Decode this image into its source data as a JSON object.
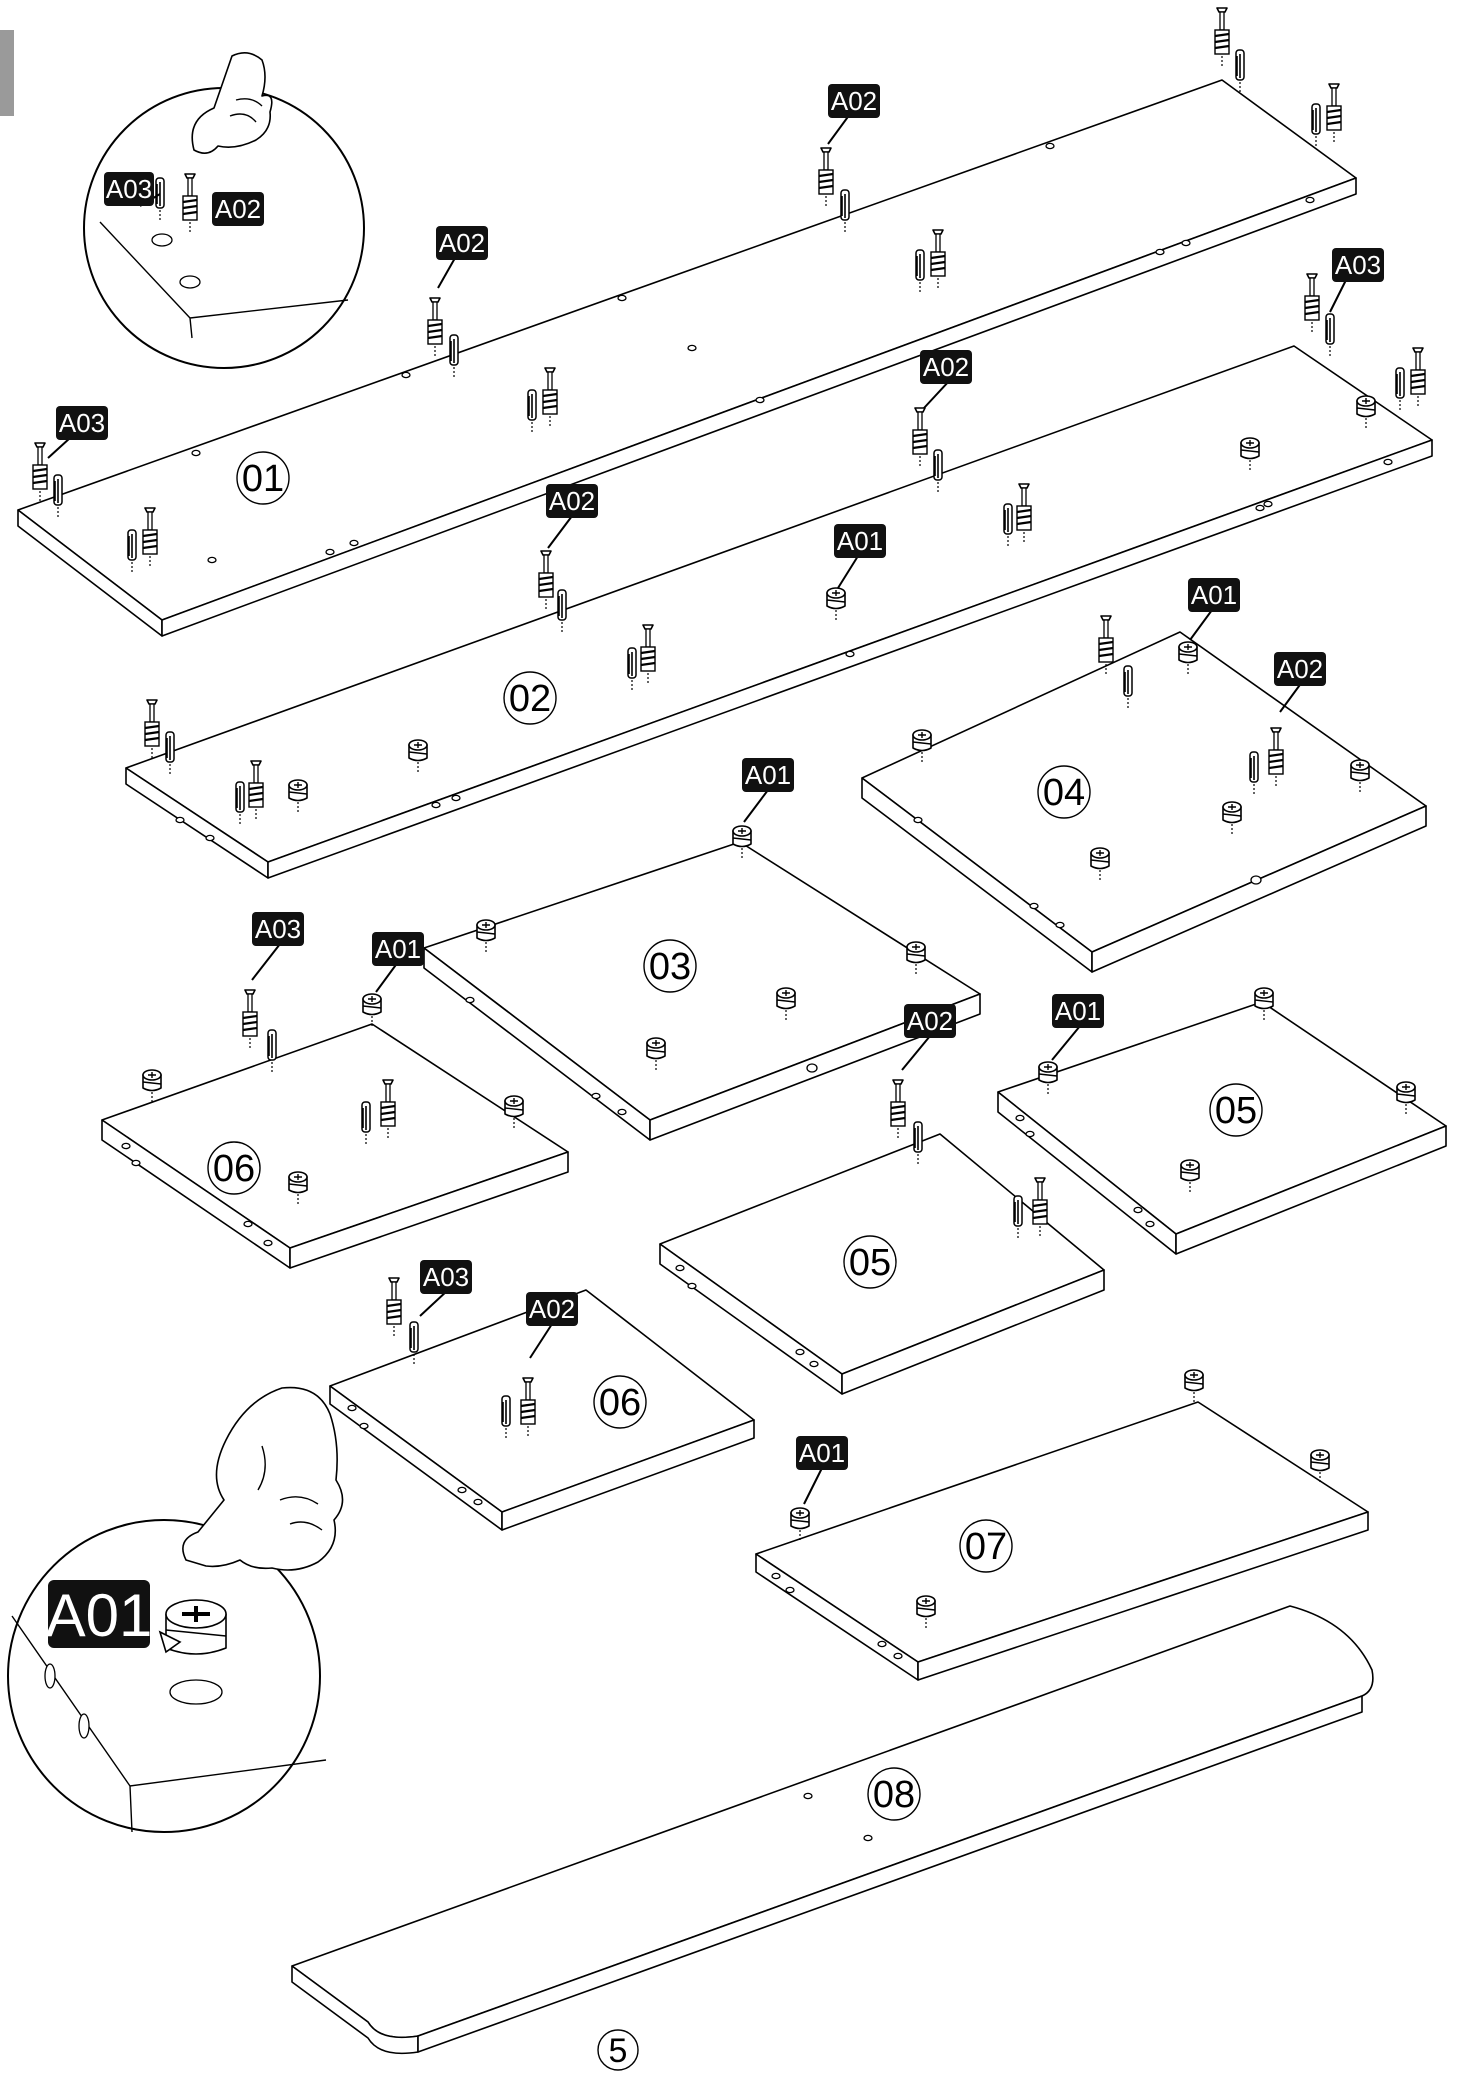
{
  "colors": {
    "ink": "#000000",
    "paper": "#ffffff",
    "tab_gray": "#9a9a9a"
  },
  "parts": {
    "p01": "01",
    "p02": "02",
    "p03": "03",
    "p04": "04",
    "p05a": "05",
    "p05b": "05",
    "p06a": "06",
    "p06b": "06",
    "p07": "07",
    "p08": "08"
  },
  "hardware": {
    "a01": "A01",
    "a02": "A02",
    "a03": "A03"
  },
  "page_number": "5"
}
